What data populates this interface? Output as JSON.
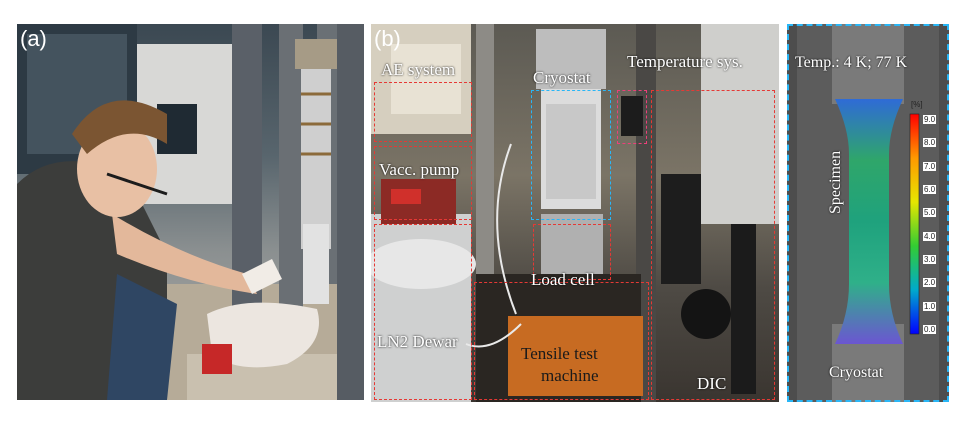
{
  "panel_a": {
    "label": "(a)"
  },
  "panel_b": {
    "label": "(b)",
    "annotations": {
      "ae_system": "AE system",
      "cryostat": "Cryostat",
      "temperature": "Temperature sys.",
      "vacc_pump": "Vacc. pump",
      "load_cell": "Load cell",
      "ln2_dewar": "LN2 Dewar",
      "tensile_line1": "Tensile test",
      "tensile_line2": "machine",
      "dic": "DIC"
    }
  },
  "panel_c": {
    "temp": "Temp.: 4 K; 77 K",
    "specimen": "Specimen",
    "cryostat": "Cryostat",
    "colorbar": {
      "unit": "[%]",
      "ticks": [
        "9.0",
        "8.0",
        "7.0",
        "6.0",
        "5.0",
        "4.0",
        "3.0",
        "2.0",
        "1.0",
        "0.0"
      ]
    }
  }
}
